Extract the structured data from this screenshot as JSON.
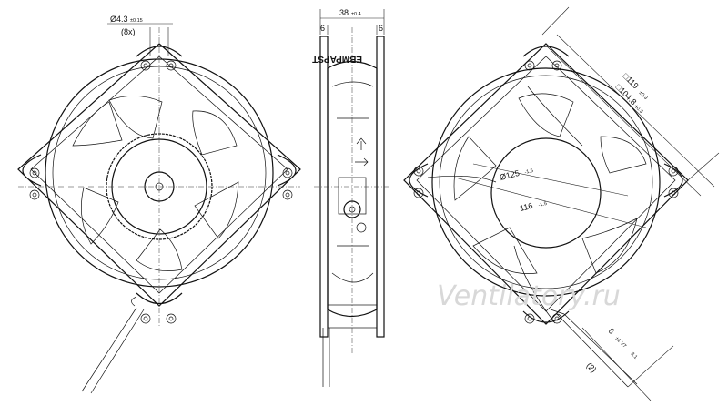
{
  "front_view": {
    "hole_label": "Ø4.3",
    "hole_tol": "±0.15",
    "hole_count": "(8x)"
  },
  "side_view": {
    "width_label": "38",
    "width_tol": "±0.4",
    "flange_left": "6",
    "flange_right": "6",
    "brand_text": "EBMPAPST"
  },
  "rear_view": {
    "frame_label": "□119",
    "frame_tol": "±0.3",
    "hole_spacing_label": "□104.8",
    "hole_spacing_tol": "±0.3",
    "bore_label": "Ø125",
    "bore_tol": "-1.5",
    "diag_label": "116",
    "diag_tol": "-1.5",
    "lead_offset_label": "6",
    "lead_offset_tol": "±1 V7",
    "lead_offset_suffix": "3.1",
    "lead_pitch_label": "(2)"
  },
  "watermark": "Ventilatory.ru"
}
